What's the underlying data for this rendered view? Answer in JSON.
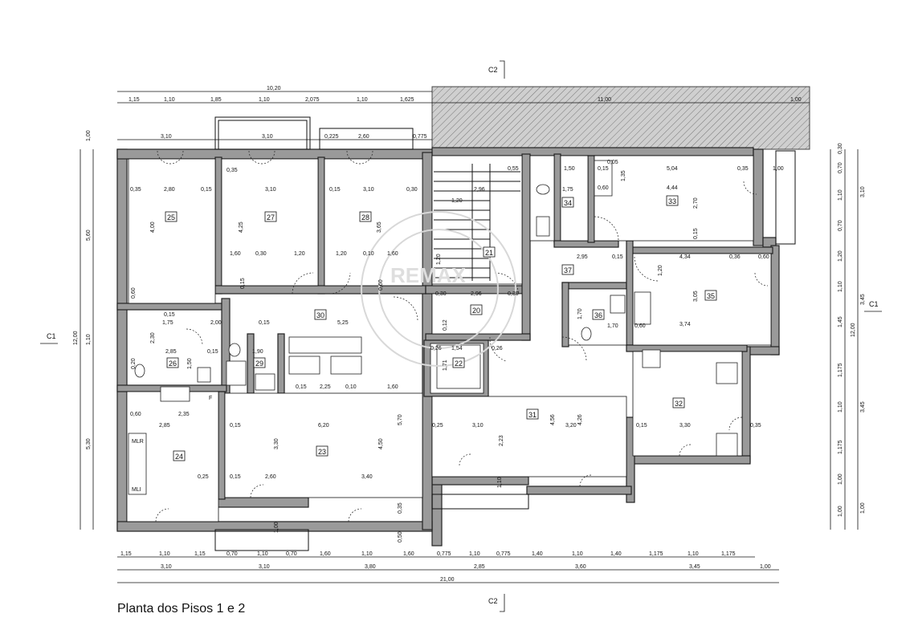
{
  "title": "Planta dos Pisos 1 e 2",
  "sections": {
    "c1": "C1",
    "c2": "C2"
  },
  "rooms": [
    "25",
    "27",
    "28",
    "21",
    "34",
    "33",
    "37",
    "35",
    "30",
    "20",
    "26",
    "29",
    "22",
    "36",
    "24",
    "23",
    "31",
    "32"
  ],
  "dims_top_row1": {
    "total": "10,20",
    "hatched": "11,00",
    "end": "1,00"
  },
  "dims_top_row2": [
    "1,15",
    "1,10",
    "1,85",
    "1,10",
    "2,075",
    "1,10",
    "1,625"
  ],
  "dims_top_row3": [
    "3,10",
    "3,10",
    "0,225",
    "2,60",
    "0,775"
  ],
  "dims_bottom_row1": [
    "1,15",
    "1,10",
    "1,15",
    "0,70",
    "1,10",
    "0,70",
    "1,60",
    "1,10",
    "1,60",
    "0,775",
    "1,10",
    "0,775",
    "1,40",
    "1,10",
    "1,40",
    "1,175",
    "1,10",
    "1,175"
  ],
  "dims_bottom_row2": [
    "3,10",
    "3,10",
    "3,80",
    "2,85",
    "3,60",
    "3,45",
    "1,00"
  ],
  "dims_bottom_total": "21,00",
  "dims_left": {
    "a": "1,00",
    "b": "5,60",
    "c": "12,00",
    "d": "1,10",
    "e": "5,30"
  },
  "dims_right_outer": [
    "3,10",
    "3,45",
    "3,45",
    "1,00"
  ],
  "dims_right_total": "12,00",
  "dims_right_inner": [
    "0,30",
    "0,70",
    "1,10",
    "0,70",
    "1,20",
    "1,10",
    "1,45",
    "1,175",
    "1,10",
    "1,175",
    "1,00",
    "1,00"
  ],
  "interior_dims": [
    "0,35",
    "2,80",
    "0,15",
    "3,10",
    "0,15",
    "3,10",
    "0,30",
    "0,35",
    "4,00",
    "4,25",
    "3,65",
    "1,60",
    "0,30",
    "1,20",
    "1,20",
    "0,10",
    "1,60",
    "0,60",
    "0,15",
    "0,60",
    "0,55",
    "1,20",
    "2,96",
    "1,50",
    "1,75",
    "0,15",
    "5,04",
    "0,35",
    "1,00",
    "4,44",
    "2,70",
    "0,05",
    "1,35",
    "0,60",
    "0,15",
    "1,20",
    "2,95",
    "0,15",
    "4,34",
    "0,36",
    "0,60",
    "3,05",
    "1,70",
    "1,70",
    "3,74",
    "0,30",
    "2,96",
    "0,30",
    "0,15",
    "1,75",
    "2,00",
    "0,15",
    "5,25",
    "2,30",
    "2,85",
    "0,15",
    "1,90",
    "1,50",
    "0,12",
    "1,54",
    "1,71",
    "0,26",
    "0,26",
    "0,15",
    "2,25",
    "0,10",
    "1,60",
    "2,35",
    "0,60",
    "0,15",
    "6,20",
    "5,70",
    "2,85",
    "3,30",
    "4,50",
    "0,25",
    "3,10",
    "2,23",
    "4,56",
    "3,20",
    "4,26",
    "0,15",
    "3,30",
    "0,35",
    "0,25",
    "0,15",
    "2,60",
    "3,40",
    "0,35",
    "0,50",
    "1,00",
    "1,10",
    "0,20",
    "1,20",
    "0,60"
  ],
  "labels": {
    "mlr": "MLR",
    "mli": "MLI",
    "f": "F"
  },
  "watermark": "REMAX"
}
